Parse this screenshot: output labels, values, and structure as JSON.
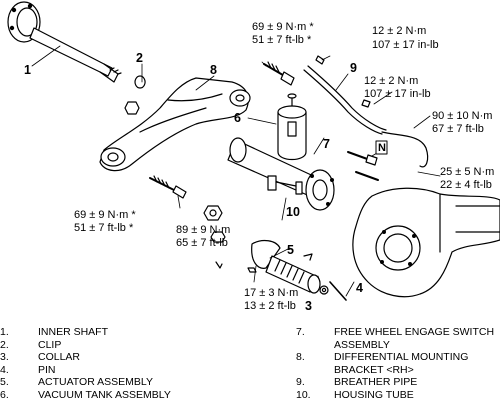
{
  "callouts": {
    "c1": "1",
    "c2": "2",
    "c3": "3",
    "c4": "4",
    "c5": "5",
    "c6": "6",
    "c7": "7",
    "c8": "8",
    "c9": "9",
    "c10": "10",
    "c_n": "N"
  },
  "torques": {
    "t1a": "69 ± 9 N·m *",
    "t1b": "51 ± 7 ft-lb *",
    "t2a": "12 ± 2 N·m",
    "t2b": "107 ± 17 in-lb",
    "t3a": "12 ± 2 N·m",
    "t3b": "107 ± 17 in-lb",
    "t4a": "90 ± 10 N·m",
    "t4b": "67 ± 7 ft-lb",
    "t5a": "25 ± 5 N·m",
    "t5b": "22 ± 4 ft-lb",
    "t6a": "69 ± 9 N·m *",
    "t6b": "51 ± 7 ft-lb *",
    "t7a": "89 ± 9 N·m",
    "t7b": "65 ± 7 ft-lb",
    "t8a": "17 ± 3 N·m",
    "t8b": "13 ± 2 ft-lb"
  },
  "legend_left": [
    {
      "num": "1.",
      "text": "INNER SHAFT"
    },
    {
      "num": "2.",
      "text": "CLIP"
    },
    {
      "num": "3.",
      "text": "COLLAR"
    },
    {
      "num": "4.",
      "text": "PIN"
    },
    {
      "num": "5.",
      "text": "ACTUATOR ASSEMBLY"
    },
    {
      "num": "6.",
      "text": "VACUUM TANK ASSEMBLY"
    }
  ],
  "legend_right": [
    {
      "num": "7.",
      "text": "FREE WHEEL ENGAGE SWITCH"
    },
    {
      "num": "",
      "text": "ASSEMBLY"
    },
    {
      "num": "8.",
      "text": "DIFFERENTIAL MOUNTING"
    },
    {
      "num": "",
      "text": "BRACKET <RH>"
    },
    {
      "num": "9.",
      "text": "BREATHER PIPE"
    },
    {
      "num": "10.",
      "text": "HOUSING TUBE"
    }
  ]
}
